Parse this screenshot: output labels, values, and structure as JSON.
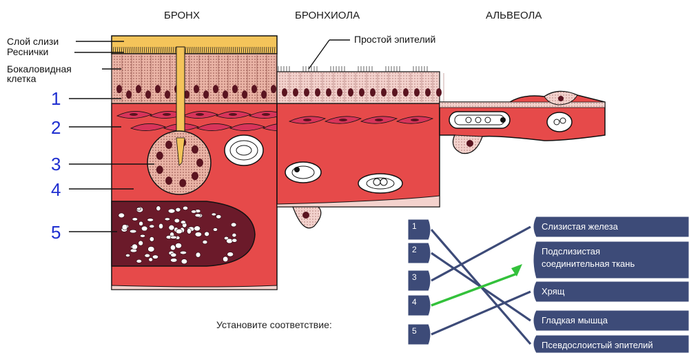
{
  "columns": {
    "bronchus": "БРОНХ",
    "bronchiole": "БРОНХИОЛА",
    "alveolus": "АЛЬВЕОЛА"
  },
  "callouts": {
    "mucus_layer": "Слой слизи",
    "cilia": "Реснички",
    "goblet_cell_line1": "Бокаловидная",
    "goblet_cell_line2": "клетка",
    "simple_epithelium": "Простой эпителий"
  },
  "diagram_numbers": [
    "1",
    "2",
    "3",
    "4",
    "5"
  ],
  "task": {
    "prompt": "Установите соответствие:"
  },
  "match": {
    "left": [
      "1",
      "2",
      "3",
      "4",
      "5"
    ],
    "right": [
      "Слизистая железа",
      "Подслизистая соединительная ткань",
      "Хрящ",
      "Гладкая мышца",
      "Псевдослоистый эпителий"
    ],
    "right_lines": [
      [
        "Слизистая железа"
      ],
      [
        "Подслизистая",
        "соединительная ткань"
      ],
      [
        "Хрящ"
      ],
      [
        "Гладкая мышца"
      ],
      [
        "Псевдослоистый эпителий"
      ]
    ],
    "links": [
      {
        "from": "1",
        "to": "Псевдослоистый эпителий"
      },
      {
        "from": "2",
        "to": "Гладкая мышца"
      },
      {
        "from": "3",
        "to": "Слизистая железа"
      },
      {
        "from": "4",
        "to": "Подслизистая соединительная ткань",
        "active": true
      },
      {
        "from": "5",
        "to": "Хрящ"
      }
    ],
    "colors": {
      "tile": "#3d4b78",
      "tile_border": "#ffffff",
      "line": "#3d4b78",
      "active_line": "#33c13b"
    }
  },
  "tissue_colors": {
    "mucus": "#f4c45a",
    "epithelium": "#e8a48f",
    "nucleus": "#5a1420",
    "lamina": "#e64a4a",
    "muscle": "#d8345a",
    "cartilage": "#6b1a2a",
    "alveolar": "#f3d2cd"
  }
}
